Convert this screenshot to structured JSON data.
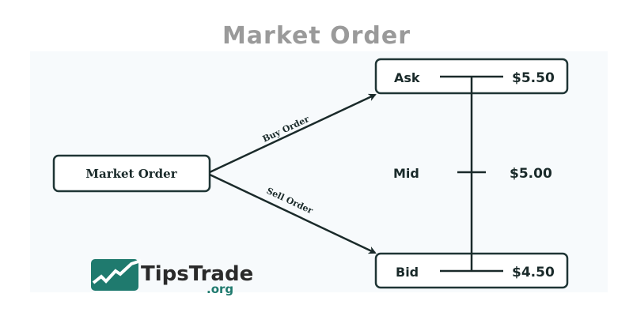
{
  "title": "Market Order",
  "source_box": "Market Order",
  "arrows": {
    "buy": "Buy Order",
    "sell": "Sell Order"
  },
  "levels": {
    "ask": {
      "label": "Ask",
      "price": "$5.50"
    },
    "mid": {
      "label": "Mid",
      "price": "$5.00"
    },
    "bid": {
      "label": "Bid",
      "price": "$4.50"
    }
  },
  "logo": {
    "name": "TipsTrade",
    "suffix": ".org"
  },
  "colors": {
    "line": "#1a2a2a",
    "logo": "#1f7a6e",
    "title": "#9a9a9a"
  }
}
